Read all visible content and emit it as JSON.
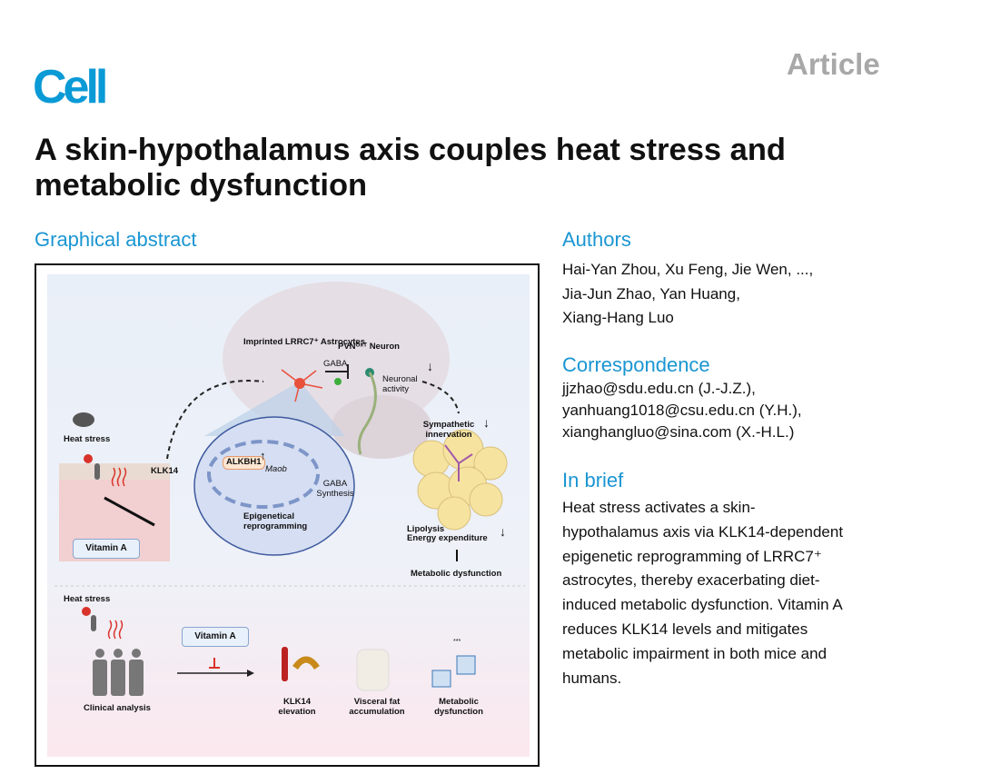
{
  "header": {
    "journal_logo": "Cell",
    "article_type": "Article",
    "title": "A skin-hypothalamus axis couples heat stress and metabolic dysfunction"
  },
  "graphical_abstract": {
    "heading": "Graphical abstract",
    "top": {
      "astrocytes": "Imprinted LRRC7⁺ Astrocytes",
      "neuron": "PVNᴼˣᵀ Neuron",
      "gaba": "GABA",
      "neuronal_activity": "Neuronal activity",
      "heat_stress": "Heat stress",
      "klk14": "KLK14",
      "alkbh1": "ALKBH1",
      "maob": "Maob",
      "gaba_synthesis": "GABA Synthesis",
      "epigenetical": "Epigenetical reprogramming",
      "sympathetic": "Sympathetic innervation",
      "lipolysis": "Lipolysis",
      "energy": "Energy expenditure",
      "metabolic": "Metabolic dysfunction",
      "vitamin_a": "Vitamin A",
      "down_arrow": "↓",
      "up_arrow": "↑"
    },
    "bottom": {
      "heat_stress": "Heat stress",
      "vitamin_a": "Vitamin A",
      "clinical": "Clinical analysis",
      "klk14_elevation": "KLK14 elevation",
      "visceral": "Visceral fat accumulation",
      "metabolic": "Metabolic dysfunction",
      "significance": "***"
    }
  },
  "authors": {
    "heading": "Authors",
    "lines": [
      "Hai-Yan Zhou, Xu Feng, Jie Wen, ...,",
      "Jia-Jun Zhao, Yan Huang,",
      "Xiang-Hang Luo"
    ]
  },
  "correspondence": {
    "heading": "Correspondence",
    "lines": [
      "jjzhao@sdu.edu.cn (J.-J.Z.),",
      "yanhuang1018@csu.edu.cn (Y.H.),",
      "xianghangluo@sina.com (X.-H.L.)"
    ]
  },
  "in_brief": {
    "heading": "In brief",
    "lines": [
      "Heat stress activates a skin-",
      "hypothalamus axis via KLK14-dependent",
      "epigenetic reprogramming of LRRC7⁺",
      "astrocytes, thereby exacerbating diet-",
      "induced metabolic dysfunction. Vitamin A",
      "reduces KLK14 levels and mitigates",
      "metabolic impairment in both mice and",
      "humans."
    ]
  }
}
